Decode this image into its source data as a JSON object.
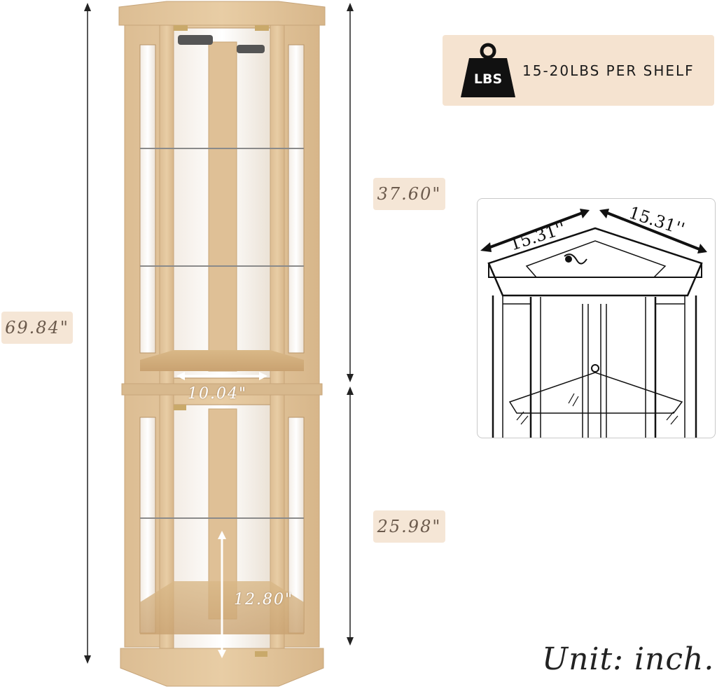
{
  "dimensions": {
    "total_height": "69.84\"",
    "upper_height": "37.60\"",
    "lower_height": "25.98\"",
    "inner_width": "10.04\"",
    "shelf_gap": "12.80\"",
    "side_a": "15.31''",
    "side_b": "15.31''"
  },
  "weight": {
    "icon_label": "LBS",
    "text": "15-20LBS PER SHELF"
  },
  "unit_note": "Unit: inch.",
  "colors": {
    "wood": "#e2c49a",
    "wood_dark": "#c9a677",
    "label_bg": "#f5e6d6",
    "weight_bg": "#f5e3d0"
  }
}
